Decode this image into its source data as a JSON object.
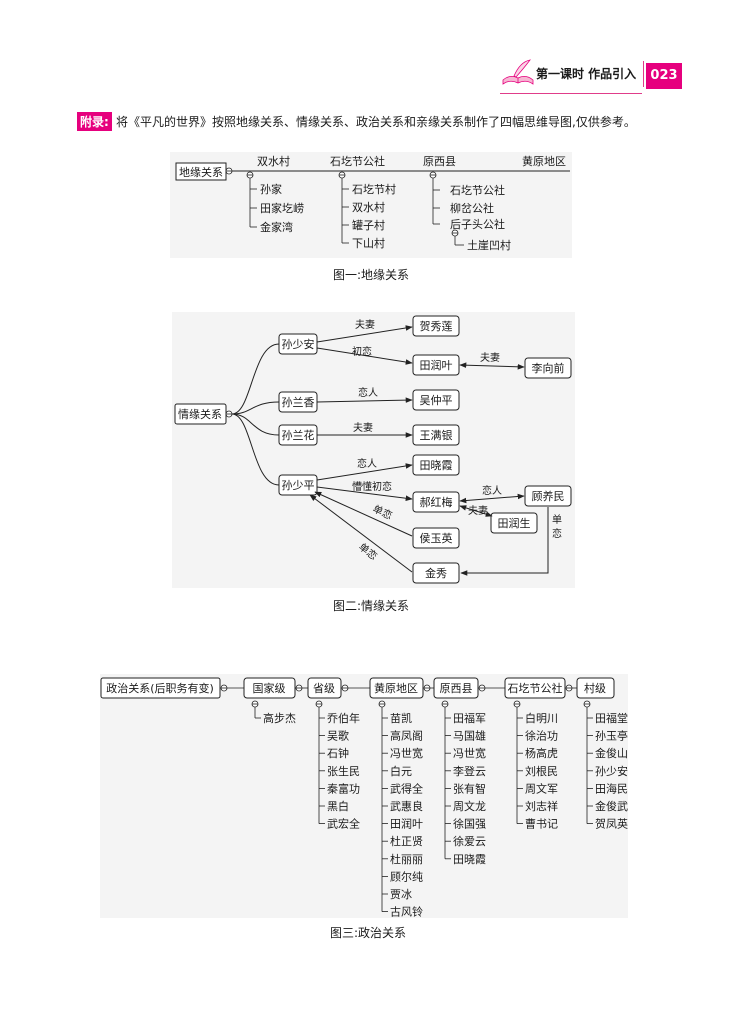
{
  "header": {
    "title": "第一课时  作品引入",
    "page_number": "023",
    "accent_color": "#e6007e",
    "decoration_icon": "book-quill-icon"
  },
  "appendix": {
    "tag": "附录:",
    "text": "将《平凡的世界》按照地缘关系、情缘关系、政治关系和亲缘关系制作了四幅思维导图,仅供参考。"
  },
  "fig1": {
    "caption": "图一:地缘关系",
    "root": "地缘关系",
    "groups": [
      {
        "label": "双水村",
        "items": [
          "孙家",
          "田家圪崂",
          "金家湾"
        ]
      },
      {
        "label": "石圪节公社",
        "items": [
          "石圪节村",
          "双水村",
          "罐子村",
          "下山村"
        ]
      },
      {
        "label": "原西县",
        "items": [
          "石圪节公社",
          "柳岔公社",
          "后子头公社"
        ],
        "sub_items": [
          "土崖凹村"
        ]
      },
      {
        "label": "黄原地区",
        "items": []
      }
    ]
  },
  "fig2": {
    "caption": "图二:情缘关系",
    "root": "情缘关系",
    "nodes": {
      "sun_shaoan": "孙少安",
      "sun_lanxiang": "孙兰香",
      "sun_lanhua": "孙兰花",
      "sun_shaoping": "孙少平",
      "he_xiulian": "贺秀莲",
      "tian_runye": "田润叶",
      "li_xiangqian": "李向前",
      "wu_zhongping": "吴仲平",
      "wang_manyin": "王满银",
      "tian_xiaoxia": "田晓霞",
      "hao_hongmei": "郝红梅",
      "gu_yangmin": "顾养民",
      "tian_runsheng": "田润生",
      "hou_yuying": "侯玉英",
      "jin_xiu": "金秀"
    },
    "edge_labels": {
      "fuqi": "夫妻",
      "chulian": "初恋",
      "lianren": "恋人",
      "mengdong_chulian": "懵懂初恋",
      "danlian": "单恋",
      "dan": "单",
      "lian": "恋"
    }
  },
  "fig3": {
    "caption": "图三:政治关系",
    "root": "政治关系(后职务有变)",
    "columns": [
      {
        "label": "国家级",
        "items": [
          "高步杰"
        ]
      },
      {
        "label": "省级",
        "items": [
          "乔伯年",
          "吴歌",
          "石钟",
          "张生民",
          "秦富功",
          "黑白",
          "武宏全"
        ]
      },
      {
        "label": "黄原地区",
        "items": [
          "苗凯",
          "高凤阁",
          "冯世宽",
          "白元",
          "武得全",
          "武惠良",
          "田润叶",
          "杜正贤",
          "杜丽丽",
          "顾尔纯",
          "贾冰",
          "古风铃"
        ]
      },
      {
        "label": "原西县",
        "items": [
          "田福军",
          "马国雄",
          "冯世宽",
          "李登云",
          "张有智",
          "周文龙",
          "徐国强",
          "徐爱云",
          "田晓霞"
        ]
      },
      {
        "label": "石圪节公社",
        "items": [
          "白明川",
          "徐治功",
          "杨高虎",
          "刘根民",
          "周文军",
          "刘志祥",
          "曹书记"
        ]
      },
      {
        "label": "村级",
        "items": [
          "田福堂",
          "孙玉亭",
          "金俊山",
          "孙少安",
          "田海民",
          "金俊武",
          "贺凤英"
        ]
      }
    ]
  }
}
